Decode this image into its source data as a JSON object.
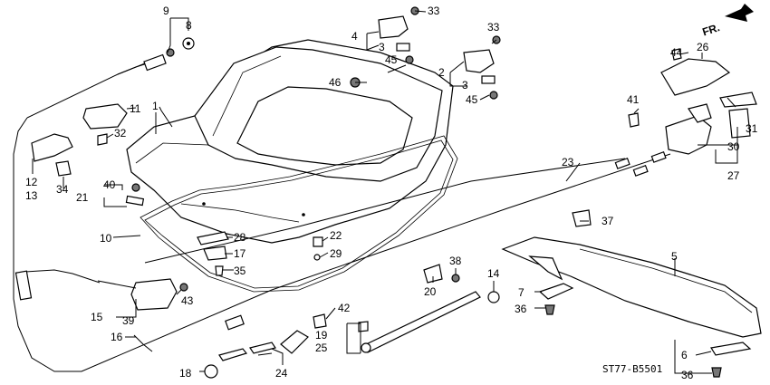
{
  "diagram_code": "ST77-B5501",
  "direction_label": "FR.",
  "callouts": {
    "c1": "1",
    "c2": "2",
    "c3": "3",
    "c3b": "3",
    "c4": "4",
    "c5": "5",
    "c6": "6",
    "c7": "7",
    "c8": "8",
    "c9": "9",
    "c10": "10",
    "c11": "11",
    "c12": "12",
    "c13": "13",
    "c14": "14",
    "c15": "15",
    "c16": "16",
    "c17": "17",
    "c18": "18",
    "c19": "19",
    "c20": "20",
    "c21": "21",
    "c22": "22",
    "c23": "23",
    "c24": "24",
    "c25": "25",
    "c26": "26",
    "c27": "27",
    "c28": "28",
    "c29": "29",
    "c30": "30",
    "c31": "31",
    "c32": "32",
    "c33": "33",
    "c33b": "33",
    "c34": "34",
    "c35": "35",
    "c36": "36",
    "c36b": "36",
    "c37": "37",
    "c38": "38",
    "c39": "39",
    "c40": "40",
    "c41": "41",
    "c42": "42",
    "c43": "43",
    "c44": "44",
    "c45": "45",
    "c45b": "45",
    "c46": "46"
  }
}
